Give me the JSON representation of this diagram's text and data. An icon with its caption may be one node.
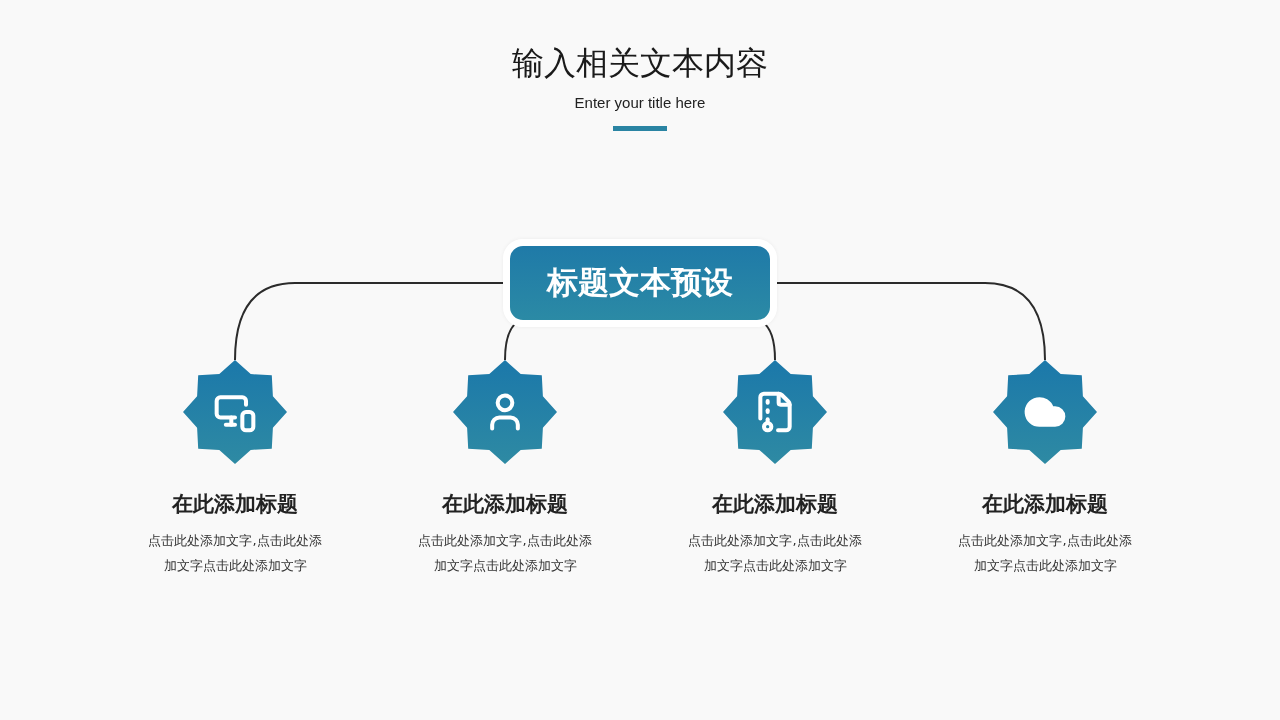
{
  "diagram": {
    "title": "输入相关文本内容",
    "nodes": [
      {
        "text": [
          "标题文本预设"
        ]
      },
      {
        "text": [],
        "shape": "star",
        "beside": [
          "在此添加标题",
          "点击此处添加文字,点击此处添加文字点击此处添加文字"
        ]
      },
      {
        "text": [],
        "shape": "star",
        "beside": [
          "在此添加标题",
          "点击此处添加文字,点击此处添加文字点击此处添加文字"
        ]
      },
      {
        "text": [],
        "shape": "star",
        "beside": [
          "在此添加标题",
          "点击此处添加文字,点击此处添加文字点击此处添加文字"
        ]
      },
      {
        "text": [],
        "shape": "star",
        "beside": [
          "在此添加标题",
          "点击此处添加文字,点击此处添加文字点击此处添加文字"
        ]
      }
    ],
    "edges": [
      {
        "from": 0,
        "to": 1,
        "arrow": "none"
      },
      {
        "from": 0,
        "to": 2,
        "arrow": "none"
      },
      {
        "from": 0,
        "to": 3,
        "arrow": "none"
      },
      {
        "from": 0,
        "to": 4,
        "arrow": "none"
      }
    ],
    "labels": [
      "Enter your title here"
    ]
  }
}
